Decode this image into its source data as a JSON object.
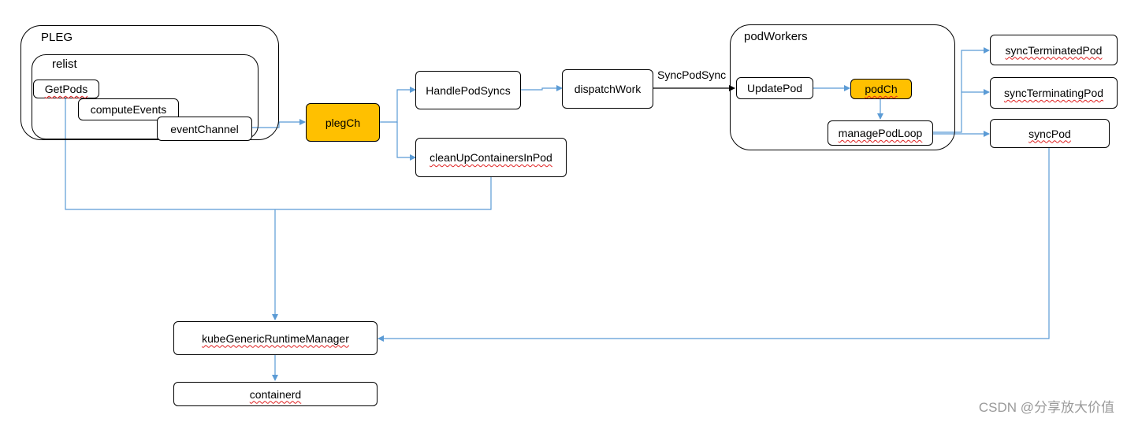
{
  "groups": {
    "pleg": "PLEG",
    "relist": "relist",
    "podworkers": "podWorkers"
  },
  "nodes": {
    "getpods": "GetPods",
    "computeevents": "computeEvents",
    "eventchannel": "eventChannel",
    "plegch": "plegCh",
    "handlepodsyncs": "HandlePodSyncs",
    "cleanupcontainersinpod": "cleanUpContainersInPod",
    "dispatchwork": "dispatchWork",
    "updatepod": "UpdatePod",
    "podch": "podCh",
    "managepodloop": "managePodLoop",
    "syncterminatedpod": "syncTerminatedPod",
    "syncterminatingpod": "syncTerminatingPod",
    "syncpod": "syncPod",
    "kubegenericruntimemanager": "kubeGenericRuntimeManager",
    "containerd": "containerd"
  },
  "edge_labels": {
    "syncpodsync": "SyncPodSync"
  },
  "watermark": "CSDN @分享放大价值",
  "colors": {
    "edge": "#5b9bd5",
    "edge_dark": "#000000",
    "highlight_fill": "#ffc000",
    "spellcheck": "#e02020"
  }
}
